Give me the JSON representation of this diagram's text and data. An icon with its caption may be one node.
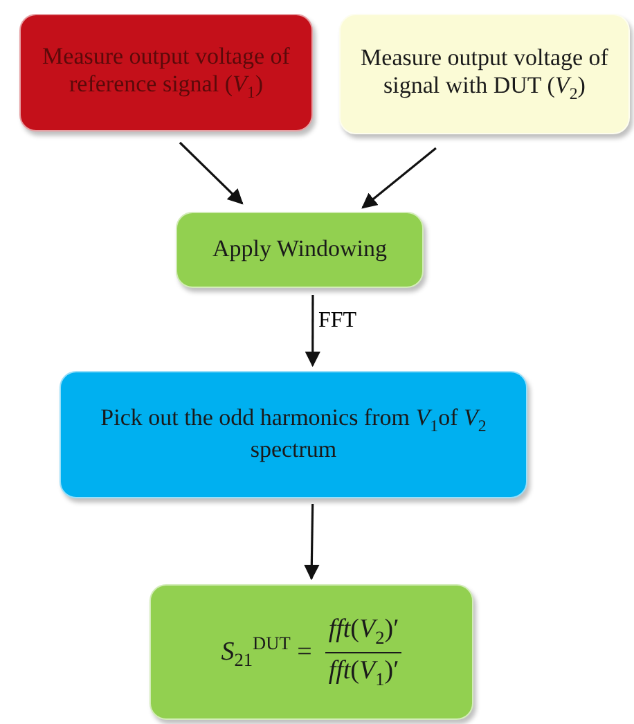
{
  "diagram": {
    "nodes": [
      {
        "text": [
          "Measure output voltage of reference signal (*V*$_{1}$)"
        ]
      },
      {
        "text": [
          "Measure output voltage of signal with DUT (*V*$_{2}$)"
        ]
      },
      {
        "text": [
          "Apply Windowing"
        ]
      },
      {
        "text": [
          "Pick out the odd harmonics from *V*$_{1}$of *V*$_{2}$ spectrum"
        ]
      },
      {
        "text": [
          "*S*$_{21}$$^{DUT}$ =",
          "*fft*(*V*$_{2}$)′",
          "*fft*(*V*$_{1}$)′"
        ]
      }
    ],
    "edges": [
      {
        "from": 0,
        "to": 2,
        "arrow": "to"
      },
      {
        "from": 1,
        "to": 2,
        "arrow": "to"
      },
      {
        "from": 2,
        "to": 3,
        "arrow": "to",
        "label": "FFT"
      },
      {
        "from": 3,
        "to": 4,
        "arrow": "to"
      }
    ]
  }
}
